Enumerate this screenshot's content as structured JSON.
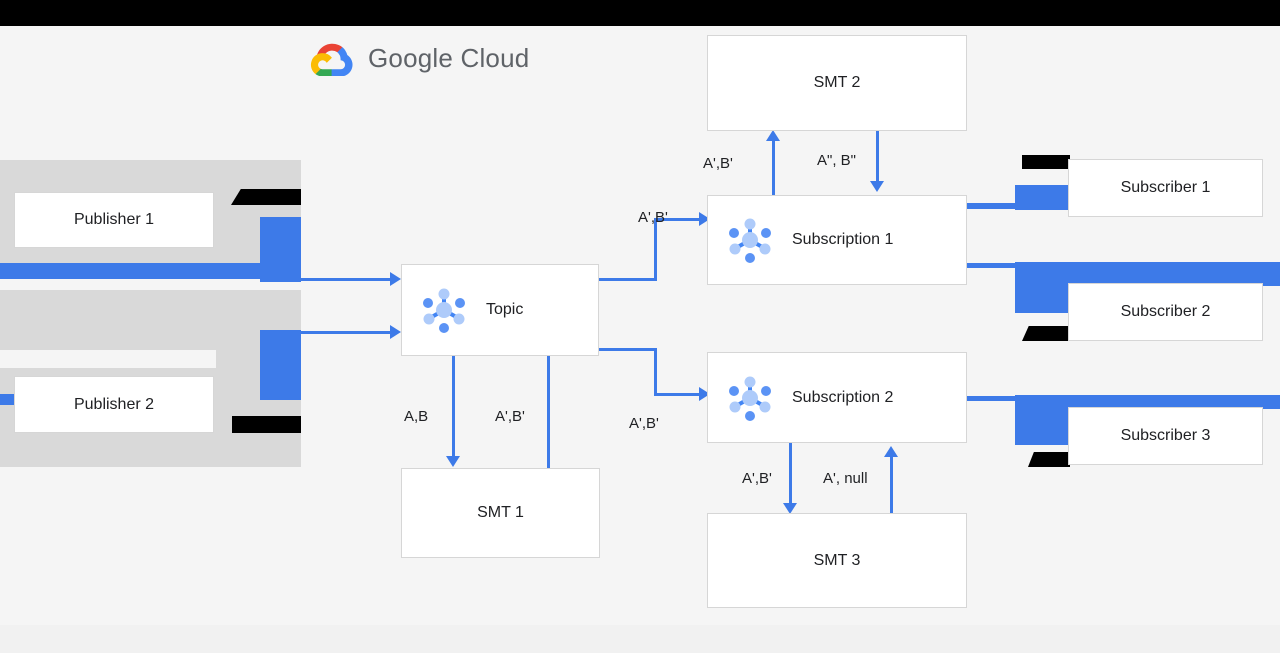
{
  "brand": {
    "name": "Google Cloud",
    "logo_icon": "google-cloud-logo",
    "colors": {
      "red": "#ea4335",
      "yellow": "#fbbc04",
      "green": "#34a853",
      "blue": "#4285f4",
      "wordmark": "#5f6368"
    }
  },
  "diagram": {
    "type": "architecture-flow",
    "accent": "#3d7ae8",
    "node_icon": "pubsub-node-icon",
    "nodes": [
      {
        "id": "publisher1",
        "label": "Publisher 1",
        "icon": null
      },
      {
        "id": "publisher2",
        "label": "Publisher 2",
        "icon": null
      },
      {
        "id": "topic",
        "label": "Topic",
        "icon": "pubsub-node-icon"
      },
      {
        "id": "smt1",
        "label": "SMT 1",
        "icon": null
      },
      {
        "id": "smt2",
        "label": "SMT 2",
        "icon": null
      },
      {
        "id": "smt3",
        "label": "SMT 3",
        "icon": null
      },
      {
        "id": "subscription1",
        "label": "Subscription 1",
        "icon": "pubsub-node-icon"
      },
      {
        "id": "subscription2",
        "label": "Subscription 2",
        "icon": "pubsub-node-icon"
      },
      {
        "id": "subscriber1",
        "label": "Subscriber 1",
        "icon": null
      },
      {
        "id": "subscriber2",
        "label": "Subscriber 2",
        "icon": null
      },
      {
        "id": "subscriber3",
        "label": "Subscriber 3",
        "icon": null
      }
    ],
    "edge_labels": {
      "topic_to_smt1": "A,B",
      "smt1_to_topic": "A',B'",
      "topic_to_sub1": "A',B'",
      "topic_to_sub2": "A',B'",
      "sub1_to_smt2": "A',B'",
      "smt2_to_sub1": "A\", B\"",
      "sub2_to_smt3": "A',B'",
      "smt3_to_sub2": "A', null"
    }
  }
}
